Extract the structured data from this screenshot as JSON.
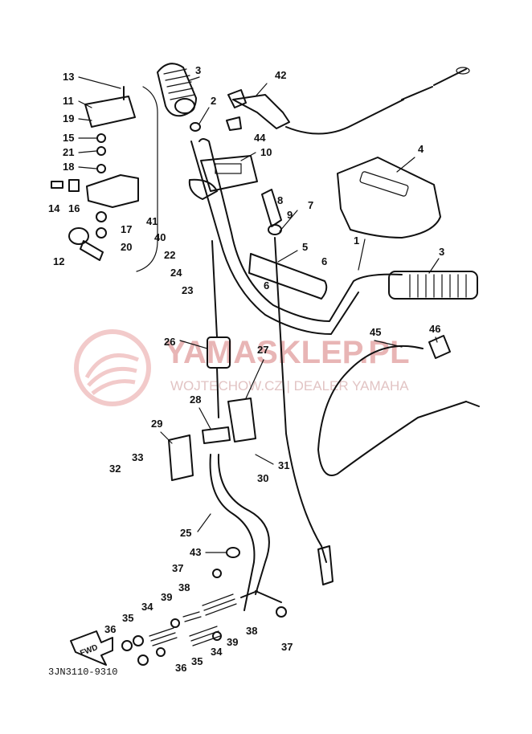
{
  "watermark": {
    "title": "YAMASKLEP.PL",
    "subtitle": "WOJTECHOW.CZ | DEALER YAMAHA",
    "color": "#e8a0a0"
  },
  "part_code": "3JN3110-9310",
  "front_arrow_label": "FWD",
  "callouts": [
    "1",
    "2",
    "3",
    "4",
    "5",
    "6",
    "7",
    "8",
    "9",
    "10",
    "11",
    "12",
    "13",
    "14",
    "15",
    "16",
    "17",
    "18",
    "19",
    "20",
    "21",
    "22",
    "23",
    "24",
    "25",
    "26",
    "27",
    "28",
    "29",
    "30",
    "31",
    "32",
    "33",
    "34",
    "35",
    "36",
    "37",
    "38",
    "39",
    "40",
    "41",
    "42",
    "43",
    "44",
    "45",
    "46"
  ]
}
